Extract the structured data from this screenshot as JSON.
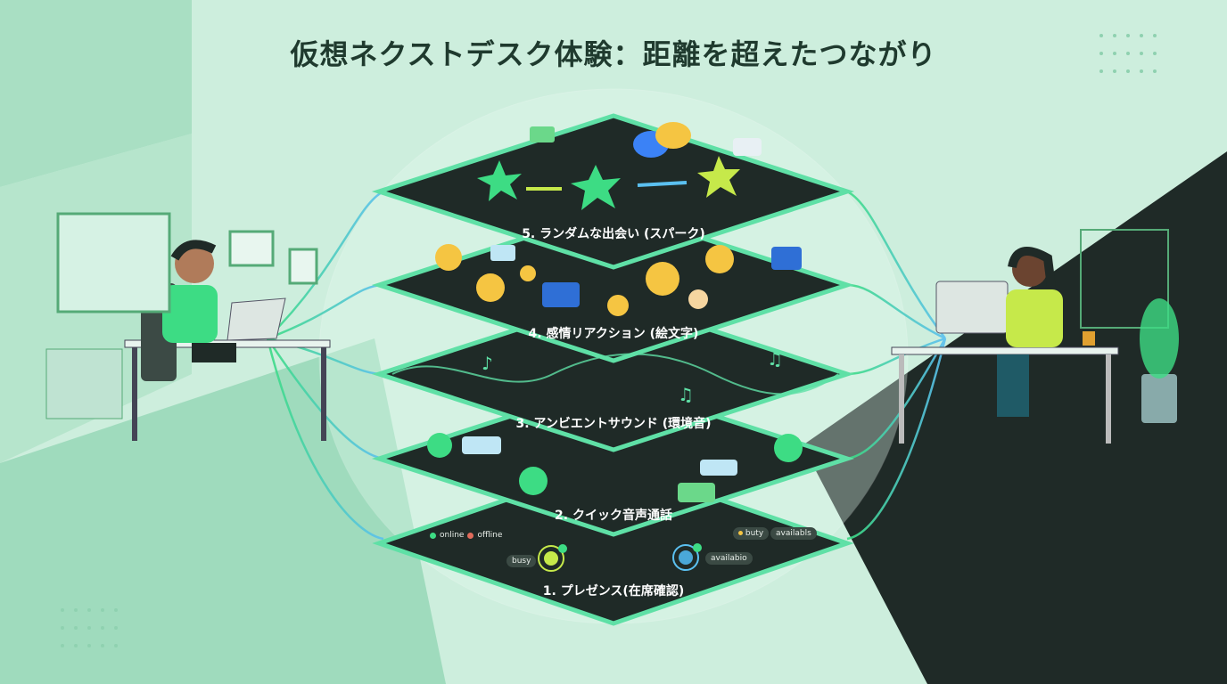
{
  "title": "仮想ネクストデスク体験：距離を超えたつながり",
  "layers": [
    {
      "label": "5. ランダムな出会い (スパーク)"
    },
    {
      "label": "4. 感情リアクション (絵文字)"
    },
    {
      "label": "3. アンビエントサウンド (環境音)"
    },
    {
      "label": "2. クイック音声通話"
    },
    {
      "label": "1. プレゼンス(在席確認)"
    }
  ],
  "presence": {
    "online": "online",
    "offline": "offline",
    "busy": "busy",
    "buty": "buty",
    "availabls": "availabls",
    "available": "availabio"
  },
  "colors": {
    "accent": "#3ddc84",
    "layer": "#1f2a27",
    "bg": "#cdeedd",
    "dark": "#1f2a27"
  }
}
